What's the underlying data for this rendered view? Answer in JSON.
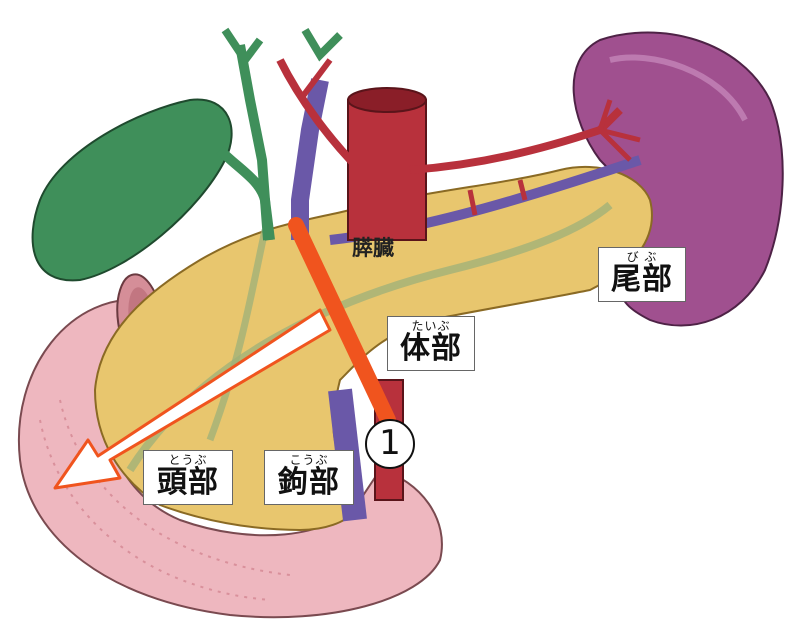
{
  "labels": {
    "pancreas": "膵臓",
    "tail": {
      "ruby": "び ぶ",
      "text": "尾部"
    },
    "body": {
      "ruby": "たいぶ",
      "text": "体部"
    },
    "head": {
      "ruby": "とうぶ",
      "text": "頭部"
    },
    "uncinate": {
      "ruby": "こうぶ",
      "text": "鉤部"
    }
  },
  "marker": "1",
  "colors": {
    "pancreas": "#e8c66e",
    "duodenum": "#eeb7bf",
    "spleen": "#a0508f",
    "gallbladder": "#3f8f5a",
    "artery": "#b8313c",
    "vein": "#6a58a8",
    "cut_line": "#f0541e",
    "arrow_outline": "#f0541e"
  }
}
